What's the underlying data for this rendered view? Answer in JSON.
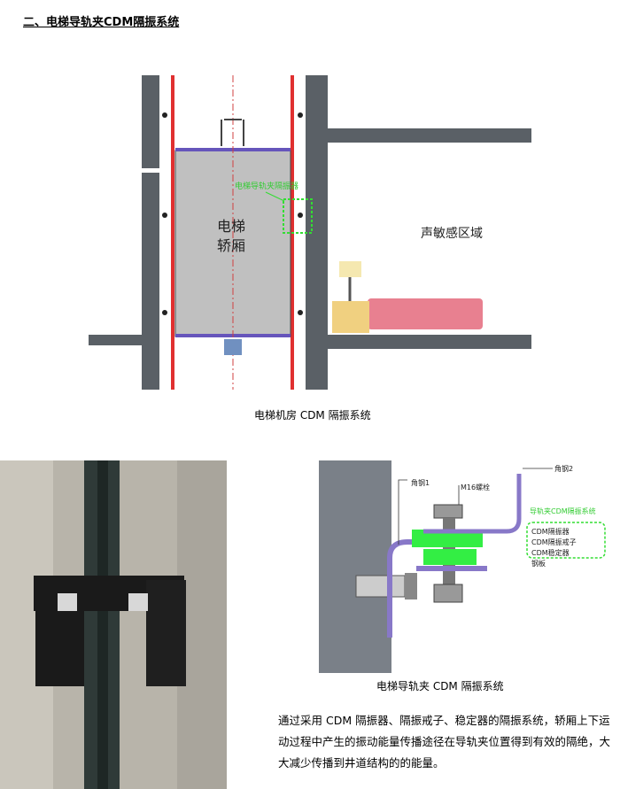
{
  "heading": "二、电梯导轨夹CDM隔振系统",
  "top_diagram": {
    "car_label_1": "电梯",
    "car_label_2": "轿厢",
    "isolator_label": "电梯导轨夹隔振器",
    "sensitive_area": "声敏感区域",
    "caption": "电梯机房 CDM 隔振系统"
  },
  "detail_diagram": {
    "angle_steel_1": "角钢1",
    "angle_steel_2": "角钢2",
    "bolt": "M16螺栓",
    "system_label": "导轨夹CDM隔振系统",
    "isolator": "CDM隔振器",
    "ring": "CDM隔振戒子",
    "stabilizer": "CDM稳定器",
    "steel_plate": "钢板",
    "caption": "电梯导轨夹 CDM 隔振系统"
  },
  "description": "通过采用 CDM 隔振器、隔振戒子、稳定器的隔振系统，轿厢上下运动过程中产生的振动能量传播途径在导轨夹位置得到有效的隔绝，大大减少传播到井道结构的的能量。",
  "colors": {
    "wall": "#5a6066",
    "car": "#c0c0c0",
    "rail": "#e03030",
    "green": "#33dd33",
    "purple": "#8878c8",
    "bed": "#e88090"
  }
}
